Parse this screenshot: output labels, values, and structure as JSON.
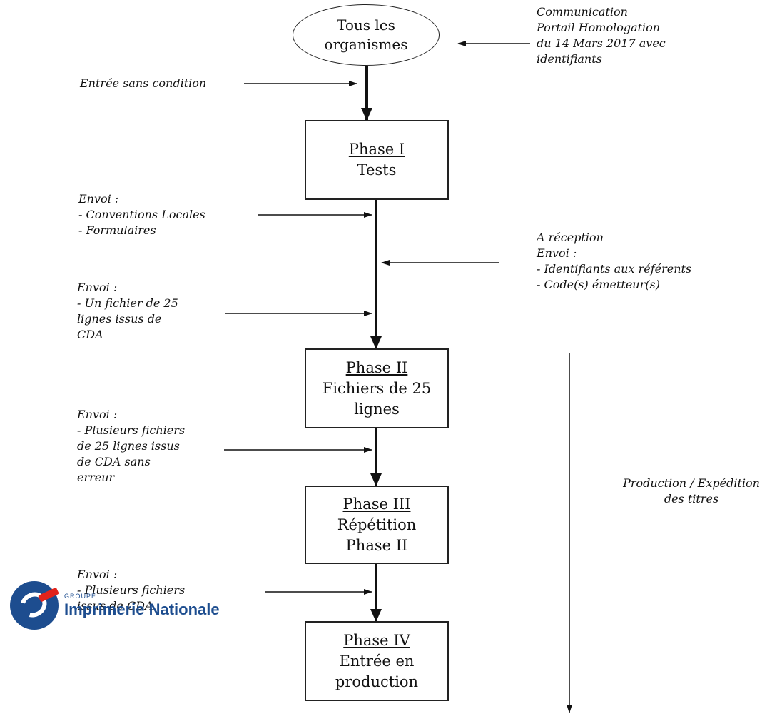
{
  "start": {
    "line1": "Tous les",
    "line2": "organismes"
  },
  "phases": [
    {
      "title": "Phase I",
      "lines": [
        "Tests"
      ]
    },
    {
      "title": "Phase II",
      "lines": [
        "Fichiers de 25",
        "lignes"
      ]
    },
    {
      "title": "Phase III",
      "lines": [
        "Répétition",
        "Phase II"
      ]
    },
    {
      "title": "Phase IV",
      "lines": [
        "Entrée en",
        "production"
      ]
    }
  ],
  "notes": {
    "communication": [
      "Communication",
      "Portail Homologation",
      "du 14 Mars 2017 avec",
      "identifiants"
    ],
    "entree": [
      "Entrée sans condition"
    ],
    "envoi1": [
      "Envoi :",
      "- Conventions Locales",
      "- Formulaires"
    ],
    "reception": [
      "A réception",
      "Envoi :",
      "- Identifiants aux référents",
      "- Code(s) émetteur(s)"
    ],
    "envoi2": [
      "Envoi :",
      "-  Un fichier de 25",
      "lignes issus de",
      "CDA"
    ],
    "envoi3": [
      "Envoi :",
      "- Plusieurs fichiers",
      "de 25 lignes issus",
      "de CDA sans",
      "erreur"
    ],
    "production": [
      "Production / Expédition",
      "des titres"
    ],
    "envoi4": [
      "Envoi :",
      "- Plusieurs fichiers",
      "issus de CDA"
    ]
  },
  "logo": {
    "group": "GROUPE",
    "name": "Imprimerie Nationale"
  },
  "colors": {
    "line": "#111111",
    "logo_blue": "#1d4d8f",
    "logo_red": "#e2231a"
  }
}
